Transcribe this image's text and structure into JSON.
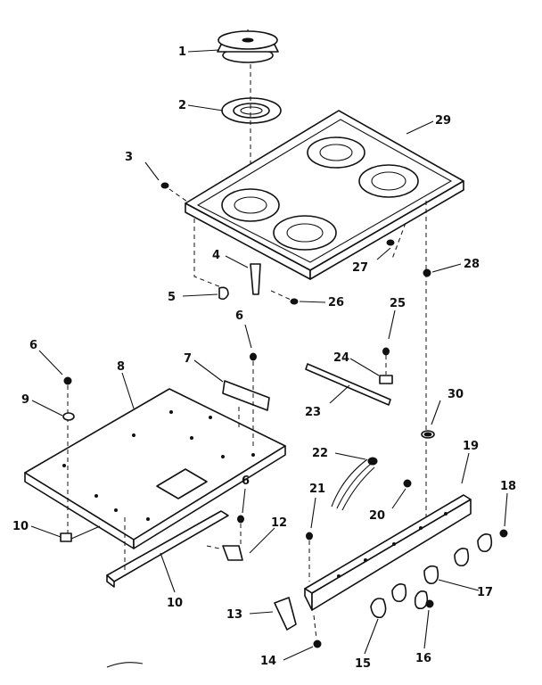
{
  "callouts": [
    {
      "id": "c1",
      "text": "1"
    },
    {
      "id": "c2",
      "text": "2"
    },
    {
      "id": "c3",
      "text": "3"
    },
    {
      "id": "c4",
      "text": "4"
    },
    {
      "id": "c5",
      "text": "5"
    },
    {
      "id": "c6a",
      "text": "6"
    },
    {
      "id": "c6b",
      "text": "6"
    },
    {
      "id": "c6c",
      "text": "6"
    },
    {
      "id": "c7",
      "text": "7"
    },
    {
      "id": "c8",
      "text": "8"
    },
    {
      "id": "c9",
      "text": "9"
    },
    {
      "id": "c10a",
      "text": "10"
    },
    {
      "id": "c10b",
      "text": "10"
    },
    {
      "id": "c12",
      "text": "12"
    },
    {
      "id": "c13",
      "text": "13"
    },
    {
      "id": "c14",
      "text": "14"
    },
    {
      "id": "c15",
      "text": "15"
    },
    {
      "id": "c16",
      "text": "16"
    },
    {
      "id": "c17",
      "text": "17"
    },
    {
      "id": "c18",
      "text": "18"
    },
    {
      "id": "c19",
      "text": "19"
    },
    {
      "id": "c20",
      "text": "20"
    },
    {
      "id": "c21",
      "text": "21"
    },
    {
      "id": "c22",
      "text": "22"
    },
    {
      "id": "c23",
      "text": "23"
    },
    {
      "id": "c24",
      "text": "24"
    },
    {
      "id": "c25",
      "text": "25"
    },
    {
      "id": "c26",
      "text": "26"
    },
    {
      "id": "c27",
      "text": "27"
    },
    {
      "id": "c28",
      "text": "28"
    },
    {
      "id": "c29",
      "text": "29"
    },
    {
      "id": "c30",
      "text": "30"
    }
  ]
}
